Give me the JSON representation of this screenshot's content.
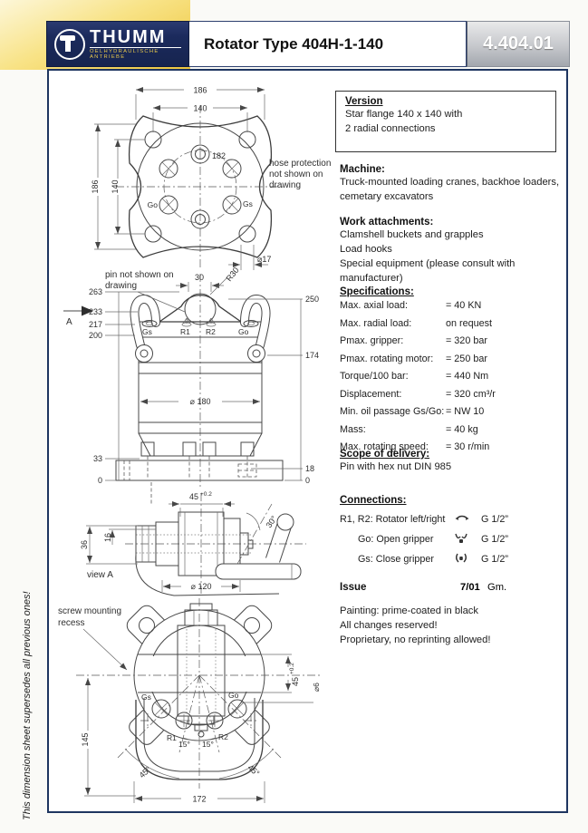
{
  "page": {
    "doc_number": "4.404.01",
    "title": "Rotator Type 404H-1-140",
    "logo": {
      "name": "THUMM",
      "subtitle": "OELHYDRAULISCHE ANTRIEBE"
    },
    "side_note": "This dimension sheet supersedes all previous ones!"
  },
  "version_box": {
    "heading": "Version",
    "lines": [
      "Star flange 140 x 140 with",
      "2 radial connections"
    ]
  },
  "machine": {
    "heading": "Machine:",
    "lines": [
      "Truck-mounted loading cranes, backhoe loaders,",
      "cemetary excavators"
    ]
  },
  "work_attachments": {
    "heading": "Work attachments:",
    "lines": [
      "Clamshell buckets and grapples",
      "Load hooks",
      "Special equipment (please consult with manufacturer)"
    ]
  },
  "specifications": {
    "heading": "Specifications:",
    "rows": [
      {
        "label": "Max. axial load:",
        "value": "= 40 KN"
      },
      {
        "label": "Max. radial load:",
        "value": "on request"
      },
      {
        "label": "Pmax. gripper:",
        "value": "= 320 bar"
      },
      {
        "label": "Pmax. rotating motor:",
        "value": "= 250 bar"
      },
      {
        "label": "Torque/100 bar:",
        "value": "= 440 Nm"
      },
      {
        "label": "Displacement:",
        "value": "= 320 cm³/r"
      },
      {
        "label": "Min. oil passage Gs/Go:",
        "value": "= NW 10"
      },
      {
        "label": "Mass:",
        "value": "= 40 kg"
      },
      {
        "label": "Max. rotating speed:",
        "value": "= 30 r/min"
      }
    ]
  },
  "scope": {
    "heading": "Scope of delivery:",
    "line": "Pin with hex nut DIN 985"
  },
  "connections": {
    "heading": "Connections:",
    "rows": [
      {
        "label": "R1, R2: Rotator  left/right",
        "icon": "rotate-icon",
        "size": "G 1/2”"
      },
      {
        "label": "Go: Open gripper",
        "icon": "open-gripper-icon",
        "size": "G 1/2”"
      },
      {
        "label": "Gs: Close gripper",
        "icon": "close-gripper-icon",
        "size": "G 1/2”"
      }
    ]
  },
  "issue": {
    "label": "Issue",
    "value": "7/01",
    "initials": "Gm."
  },
  "notes": {
    "lines": [
      "Painting: prime-coated in black",
      "All changes reserved!",
      "Proprietary, no reprinting allowed!"
    ]
  },
  "colors": {
    "navy": "#1b2a5c",
    "gold": "#eec63c",
    "gray_badge": "#b5b8bf"
  },
  "drawings": {
    "flange_view": {
      "dim_width_outer": "186",
      "dim_width_inner": "140",
      "dim_height_outer": "186",
      "dim_height_inner": "140",
      "dim_bolt_circle": "182",
      "dim_hole": "⌀17",
      "label_go": "Go",
      "label_gs": "Gs",
      "note": [
        "hose protection",
        "not shown on",
        "drawing"
      ]
    },
    "side_view": {
      "note": [
        "pin not shown on",
        "drawing"
      ],
      "left_dims": [
        "263",
        "233",
        "217",
        "200"
      ],
      "bottom_left_dims": [
        "33",
        "0"
      ],
      "right_dims": [
        "250",
        "174",
        "18",
        "0"
      ],
      "label_view_arrow": "A",
      "dim_top": "30",
      "dim_radius": "R30",
      "ports": [
        "Gs",
        "R1",
        "R2",
        "Go"
      ],
      "dim_body": "⌀ 180"
    },
    "view_a": {
      "dim_pin": "45",
      "dim_pin_tol": "+0.2",
      "dim_left": "36",
      "dim_left2": "16",
      "dim_angle": "30°",
      "label": "view A",
      "dim_dia": "⌀ 120"
    },
    "bottom_view": {
      "note": [
        "screw mounting",
        "recess"
      ],
      "label_gs": "Gs",
      "label_go": "Go",
      "label_r1": "R1",
      "label_r2": "R2",
      "angle_15a": "15°",
      "angle_15b": "15°",
      "angle_45a": "45°",
      "angle_45b": "45°",
      "dim_height": "145",
      "dim_width": "172",
      "dim_pin": "45",
      "dim_pin_tol": "+0.2",
      "dim_extra": "⌀6"
    }
  }
}
